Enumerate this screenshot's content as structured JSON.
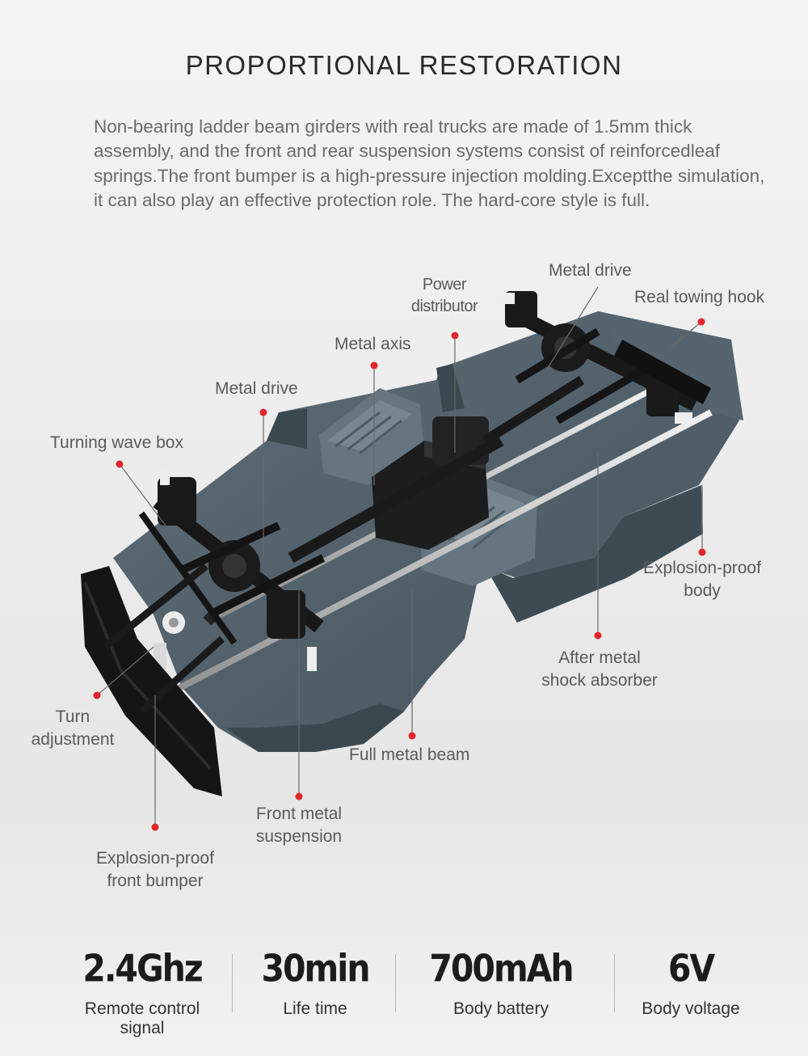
{
  "header": {
    "title": "PROPORTIONAL RESTORATION",
    "intro": "Non-bearing ladder beam girders with real trucks are made of 1.5mm thick assembly, and the front and rear suspension systems consist of reinforcedleaf springs.The front bumper is a high-pressure injection molding.Exceptthe simulation, it can also play an effective protection role. The hard-core style is full."
  },
  "callouts": {
    "metal_drive_rear": "Metal drive",
    "power_distributor": [
      "Power",
      "distributor"
    ],
    "real_towing_hook": "Real towing hook",
    "metal_axis": "Metal axis",
    "metal_drive_front": "Metal drive",
    "turning_wave_box": "Turning wave box",
    "explosion_proof_body": [
      "Explosion-proof",
      "body"
    ],
    "after_metal_shock_absorber": [
      "After metal",
      "shock absorber"
    ],
    "turn_adjustment": [
      "Turn",
      "adjustment"
    ],
    "full_metal_beam": "Full metal beam",
    "front_metal_suspension": [
      "Front metal",
      "suspension"
    ],
    "explosion_proof_front_bumper": [
      "Explosion-proof",
      "front bumper"
    ]
  },
  "specs": [
    {
      "value": "2.4Ghz",
      "caption": [
        "Remote control",
        "signal"
      ]
    },
    {
      "value": "30min",
      "caption": [
        "Life time"
      ]
    },
    {
      "value": "700mAh",
      "caption": [
        "Body battery"
      ]
    },
    {
      "value": "6V",
      "caption": [
        "Body voltage"
      ]
    }
  ],
  "colors": {
    "accent_dot": "#e0262c",
    "body_gray": "#4f5f69",
    "frame_black": "#1a1a1a",
    "text_gray": "#5a5a5a"
  }
}
